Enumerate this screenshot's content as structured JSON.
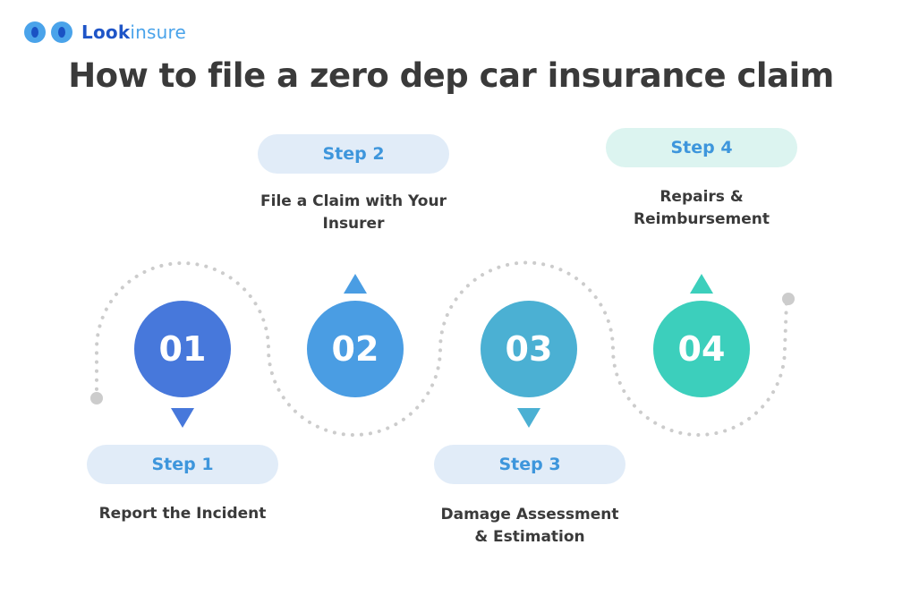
{
  "brand": {
    "name_part1": "Look",
    "name_part2": "insure",
    "logo_icon": "two-eyes-logo-icon",
    "primary_color": "#1f55c7",
    "secondary_color": "#4aa3ea"
  },
  "title": "How to file a zero dep car insurance claim",
  "steps": [
    {
      "label": "Step 1",
      "number": "01",
      "description_lines": [
        "Report the Incident"
      ],
      "circle_color": "#4778db",
      "arrow_direction": "down"
    },
    {
      "label": "Step 2",
      "number": "02",
      "description_lines": [
        "File a Claim with Your",
        "Insurer"
      ],
      "circle_color": "#4a9de3",
      "arrow_direction": "up"
    },
    {
      "label": "Step 3",
      "number": "03",
      "description_lines": [
        "Damage Assessment",
        "& Estimation"
      ],
      "circle_color": "#4bb0d3",
      "arrow_direction": "down"
    },
    {
      "label": "Step 4",
      "number": "04",
      "description_lines": [
        "Repairs &",
        "Reimbursement"
      ],
      "circle_color": "#3ccfbc",
      "arrow_direction": "up"
    }
  ],
  "colors": {
    "dotted_path": "#cccccc",
    "pill_blue": "#e1ecf8",
    "pill_teal": "#dcf4f0",
    "pill_text": "#3e96dc",
    "title_text": "#3a3a3a"
  }
}
